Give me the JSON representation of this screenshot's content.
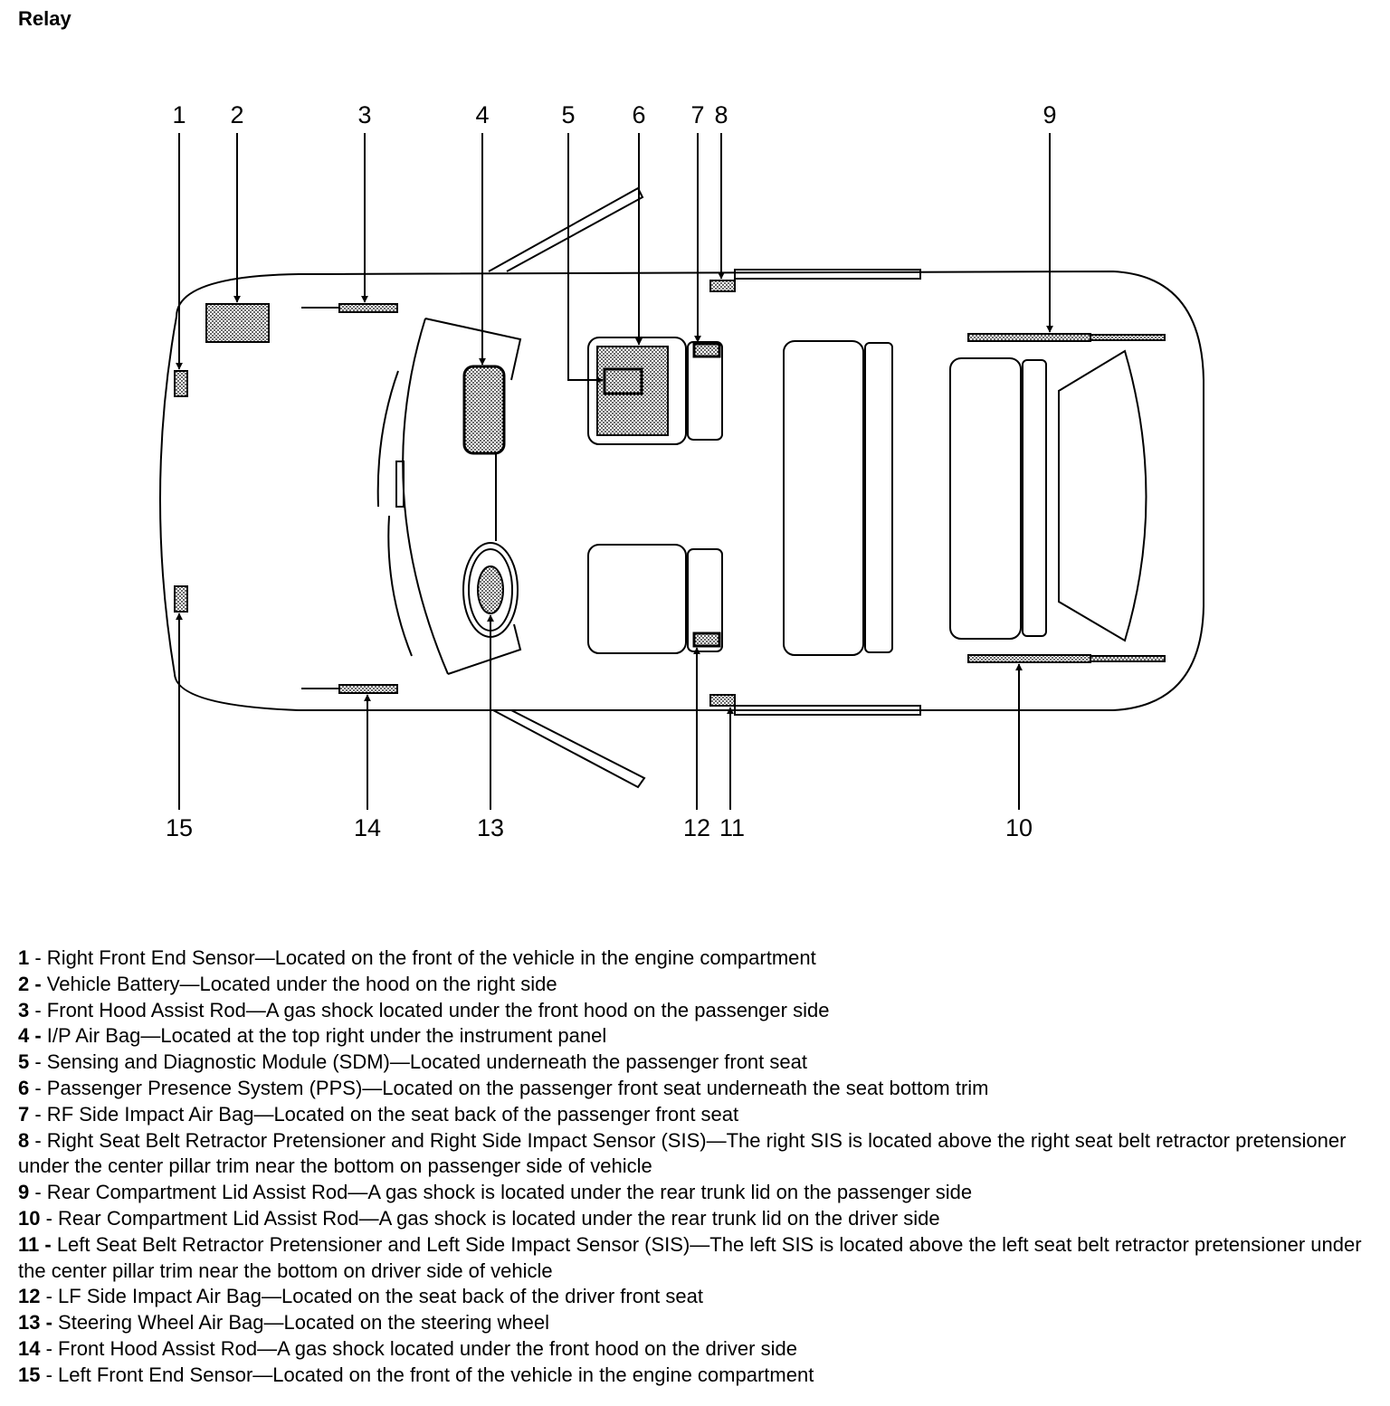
{
  "page": {
    "title": "Relay"
  },
  "colors": {
    "line": "#000000",
    "component_fill": "#cfcfcf",
    "background": "#ffffff"
  },
  "callouts": {
    "c1": "1",
    "c2": "2",
    "c3": "3",
    "c4": "4",
    "c5": "5",
    "c6": "6",
    "c7": "7",
    "c8": "8",
    "c9": "9",
    "c10": "10",
    "c11": "11",
    "c12": "12",
    "c13": "13",
    "c14": "14",
    "c15": "15"
  },
  "legend": [
    {
      "num": "1",
      "text": " - Right Front End Sensor—Located on the front of the vehicle in the engine compartment"
    },
    {
      "num": "2 -",
      "text": " Vehicle Battery—Located under the hood on the right side"
    },
    {
      "num": "3",
      "text": " - Front Hood Assist Rod—A gas shock located under the front hood on the passenger side"
    },
    {
      "num": "4 -",
      "text": " I/P Air Bag—Located at the top right under the instrument panel"
    },
    {
      "num": "5",
      "text": " - Sensing and Diagnostic Module (SDM)—Located underneath the passenger front seat"
    },
    {
      "num": "6",
      "text": " - Passenger Presence System (PPS)—Located on the passenger front seat underneath the seat bottom trim"
    },
    {
      "num": "7",
      "text": " - RF Side Impact Air Bag—Located on the seat back of the passenger front seat"
    },
    {
      "num": "8",
      "text": " - Right Seat Belt Retractor Pretensioner and Right Side Impact Sensor (SIS)—The right SIS is located above the right seat belt retractor pretensioner under the center pillar trim near the bottom on passenger side of vehicle"
    },
    {
      "num": "9",
      "text": " - Rear Compartment Lid Assist Rod—A gas shock is located under the rear trunk lid on the passenger side"
    },
    {
      "num": "10",
      "text": " - Rear Compartment Lid Assist Rod—A gas shock is located under the rear trunk lid on the driver side"
    },
    {
      "num": "11 -",
      "text": " Left Seat Belt Retractor Pretensioner and Left Side Impact Sensor (SIS)—The left SIS is located above the left seat belt retractor pretensioner under the center pillar trim near the bottom on driver side of vehicle"
    },
    {
      "num": "12",
      "text": " - LF Side Impact Air Bag—Located on the seat back of the driver front seat"
    },
    {
      "num": "13 -",
      "text": " Steering Wheel Air Bag—Located on the steering wheel"
    },
    {
      "num": "14",
      "text": " - Front Hood Assist Rod—A gas shock located under the front hood on the driver side"
    },
    {
      "num": "15",
      "text": " - Left Front End Sensor—Located on the front of the vehicle in the engine compartment"
    }
  ]
}
